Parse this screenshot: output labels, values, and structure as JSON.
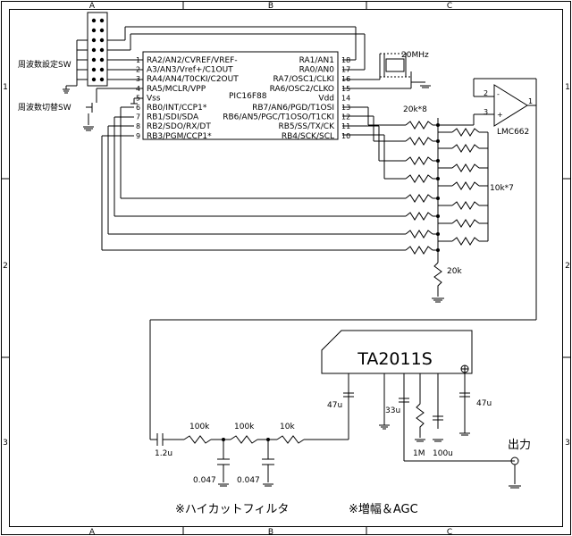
{
  "frame": {
    "columns": [
      "A",
      "B",
      "C"
    ],
    "rows": [
      "1",
      "2",
      "3"
    ]
  },
  "switches": {
    "freq_set": "周波数設定SW",
    "freq_switch": "周波数切替SW"
  },
  "mcu": {
    "part": "PIC16F88",
    "left_pins": [
      {
        "num": "1",
        "name": "RA2/AN2/CVREF/VREF-"
      },
      {
        "num": "2",
        "name": "A3/AN3/Vref+/C1OUT"
      },
      {
        "num": "3",
        "name": "RA4/AN4/T0CKI/C2OUT"
      },
      {
        "num": "4",
        "name": "RA5/MCLR/VPP"
      },
      {
        "num": "5",
        "name": "Vss"
      },
      {
        "num": "6",
        "name": "RB0/INT/CCP1*"
      },
      {
        "num": "7",
        "name": "RB1/SDI/SDA"
      },
      {
        "num": "8",
        "name": "RB2/SDO/RX/DT"
      },
      {
        "num": "9",
        "name": "RB3/PGM/CCP1*"
      }
    ],
    "right_pins": [
      {
        "num": "18",
        "name": "RA1/AN1"
      },
      {
        "num": "17",
        "name": "RA0/AN0"
      },
      {
        "num": "16",
        "name": "RA7/OSC1/CLKI"
      },
      {
        "num": "15",
        "name": "RA6/OSC2/CLKO"
      },
      {
        "num": "14",
        "name": "Vdd"
      },
      {
        "num": "13",
        "name": "RB7/AN6/PGD/T1OSI"
      },
      {
        "num": "12",
        "name": "RB6/AN5/PGC/T1OSO/T1CKI"
      },
      {
        "num": "11",
        "name": "RB5/SS/TX/CK"
      },
      {
        "num": "10",
        "name": "RB4/SCK/SCL"
      }
    ]
  },
  "crystal": "20MHz",
  "ladder": {
    "r_series": "20k*8",
    "r_shunt": "10k*7",
    "r_bottom": "20k"
  },
  "opamp": {
    "part": "LMC662",
    "pin_inv": "2",
    "pin_noninv": "3",
    "pin_out": "1",
    "minus": "-",
    "plus": "+"
  },
  "amp": {
    "part": "TA2011S",
    "c_left": "47u",
    "c_33": "33u",
    "r_1m": "1M",
    "c_100": "100u",
    "c_right": "47u",
    "output": "出力"
  },
  "filter": {
    "c_in": "1.2u",
    "r1": "100k",
    "r2": "100k",
    "r3": "10k",
    "c1": "0.047",
    "c2": "0.047"
  },
  "notes": {
    "filter": "※ハイカットフィルタ",
    "amp": "※増幅＆AGC"
  }
}
